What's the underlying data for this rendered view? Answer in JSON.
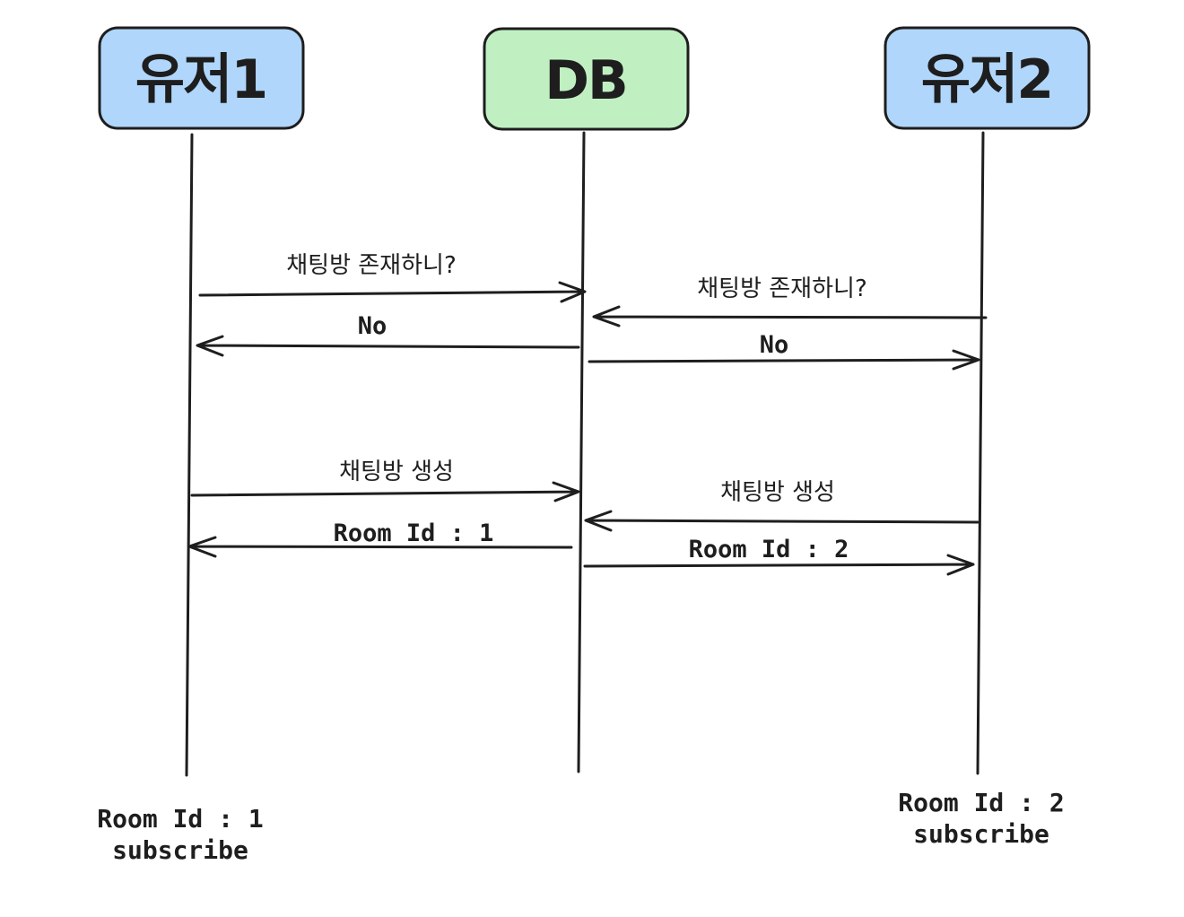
{
  "actors": [
    {
      "label": "유저1",
      "fill": "#b0d6fb"
    },
    {
      "label": "DB",
      "fill": "#c0f0c2"
    },
    {
      "label": "유저2",
      "fill": "#b0d6fb"
    }
  ],
  "messages": {
    "u1_ask": "채팅방 존재하니?",
    "u1_no": "No",
    "u2_ask": "채팅방 존재하니?",
    "u2_no": "No",
    "u1_create": "채팅방 생성",
    "u1_room": "Room Id : 1",
    "u2_create": "채팅방 생성",
    "u2_room": "Room Id : 2"
  },
  "notes": {
    "user1": {
      "line1": "Room Id : 1",
      "line2": "subscribe"
    },
    "user2": {
      "line1": "Room Id : 2",
      "line2": "subscribe"
    }
  },
  "colors": {
    "user_box": "#b0d6fb",
    "db_box": "#c0f0c2",
    "stroke": "#1e1e1e"
  }
}
